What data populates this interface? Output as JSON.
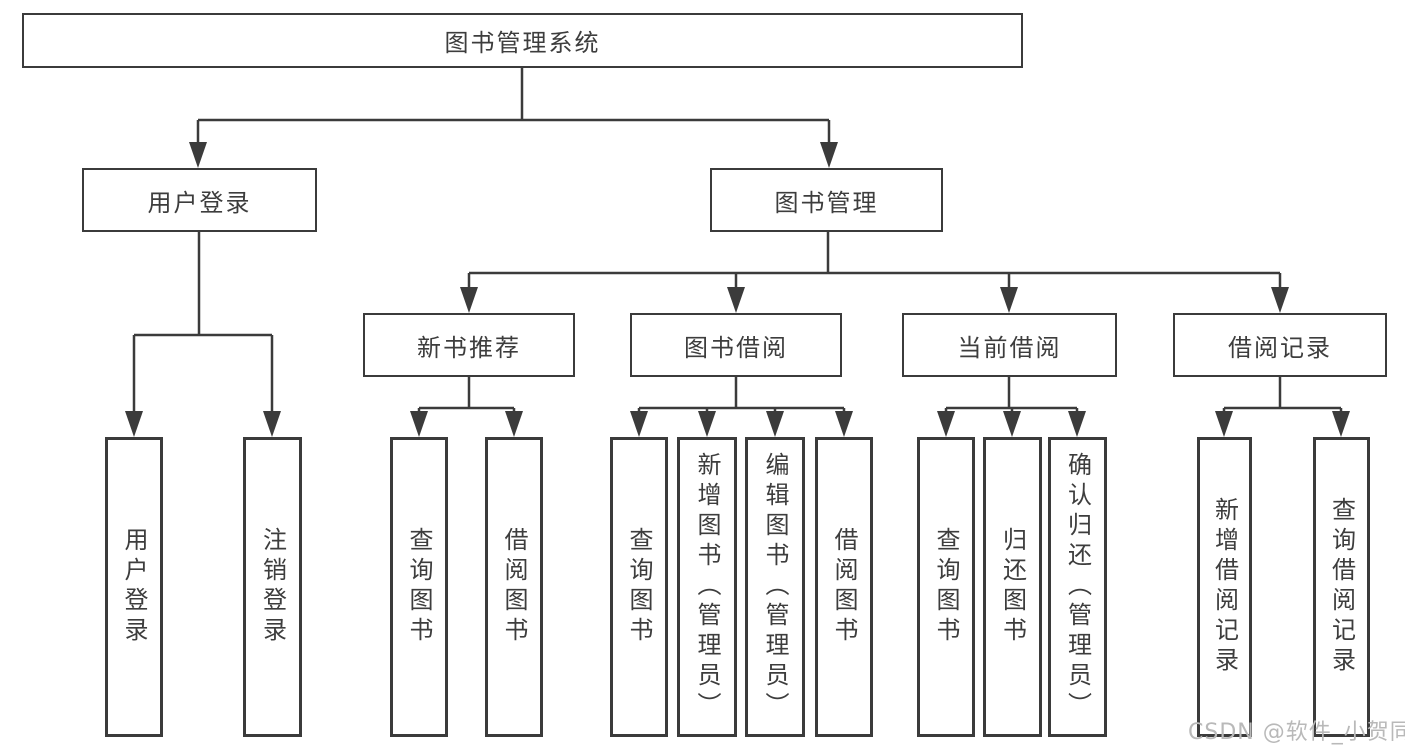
{
  "tree": {
    "root": "图书管理系统",
    "level2": {
      "user_login": "用户登录",
      "book_management": "图书管理"
    },
    "level3": {
      "new_book_recommend": "新书推荐",
      "book_borrow": "图书借阅",
      "current_borrow": "当前借阅",
      "borrow_records": "借阅记录"
    },
    "leaves": {
      "user_login": [
        "用户登录",
        "注销登录"
      ],
      "new_book_recommend": [
        "查询图书",
        "借阅图书"
      ],
      "book_borrow": [
        "查询图书",
        "新增图书（管理员）",
        "编辑图书（管理员）",
        "借阅图书"
      ],
      "current_borrow": [
        "查询图书",
        "归还图书",
        "确认归还（管理员）"
      ],
      "borrow_records": [
        "新增借阅记录",
        "查询借阅记录"
      ]
    }
  },
  "colors": {
    "line": "#3b3b3b",
    "text": "#3d3d3d",
    "watermark": "#b9b9b9"
  },
  "watermark": "CSDN @软件_小贺同学"
}
